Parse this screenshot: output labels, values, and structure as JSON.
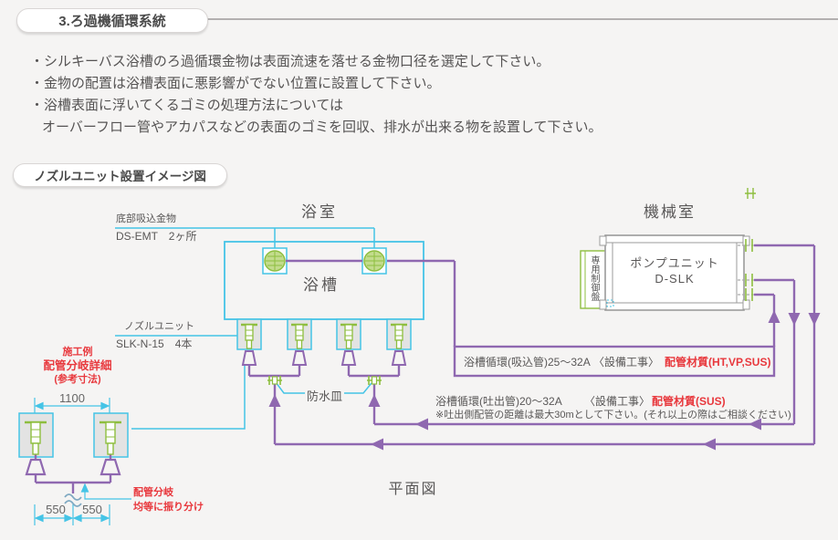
{
  "colors": {
    "cyan": "#45c4e6",
    "purple": "#8f68b0",
    "green": "#8ebe3f",
    "red": "#e8383d",
    "text_gray": "#595757",
    "rule_gray": "#b3b0b0"
  },
  "header": {
    "title": "3.ろ過機循環系統"
  },
  "notes": {
    "line1": "・シルキーバス浴槽のろ過循環金物は表面流速を落せる金物口径を選定して下さい。",
    "line2": "・金物の配置は浴槽表面に悪影響がでない位置に設置して下さい。",
    "line3": "・浴槽表面に浮いてくるゴミの処理方法については",
    "line4": "オーバーフロー管やアカパスなどの表面のゴミを回収、排水が出来る物を設置して下さい。"
  },
  "section": {
    "title": "ノズルユニット設置イメージ図"
  },
  "diagram": {
    "bathroom": "浴室",
    "bathtub": "浴槽",
    "machine_room": "機械室",
    "plan_view": "平面図",
    "bottom_suction_label": "底部吸込金物",
    "bottom_suction_spec": "DS-EMT　2ヶ所",
    "nozzle_label": "ノズルユニット",
    "nozzle_spec": "SLK-N-15　4本",
    "waterproof_dish": "防水皿",
    "suction_pipe": "浴槽循環(吸込管)25〜32A",
    "suction_work": "〈設備工事〉",
    "suction_material": "配管材質(HT,VP,SUS)",
    "discharge_pipe": "浴槽循環(吐出管)20〜32A",
    "discharge_work": "〈設備工事〉",
    "discharge_material": "配管材質(SUS)",
    "discharge_note": "※吐出側配管の距離は最大30mとして下さい。(それ以上の際はご相談ください)",
    "pump_name": "ポンプユニット",
    "pump_model": "D-SLK",
    "control_panel": "専用制御盤"
  },
  "detail": {
    "title1": "施工例",
    "title2": "配管分岐詳細",
    "title3": "(参考寸法)",
    "dim_total": "1100",
    "dim_left": "550",
    "dim_right": "550",
    "branch1": "配管分岐",
    "branch2": "均等に振り分け"
  }
}
